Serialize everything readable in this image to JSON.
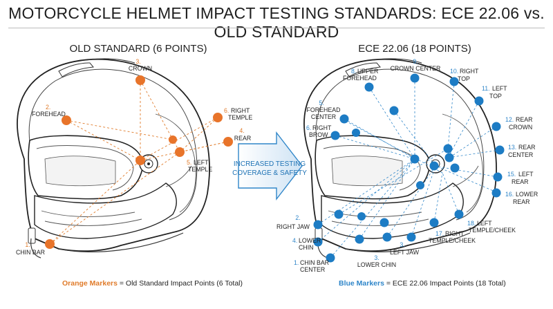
{
  "title": "MOTORCYCLE HELMET IMPACT TESTING STANDARDS: ECE 22.06 vs. OLD STANDARD",
  "left": {
    "heading": "OLD STANDARD (6 POINTS)",
    "color": "#e07b2a",
    "points": [
      {
        "num": "1.",
        "lines": [
          "CHIN BAR"
        ]
      },
      {
        "num": "2.",
        "lines": [
          "FOREHEAD"
        ]
      },
      {
        "num": "3.",
        "lines": [
          "CROWN"
        ]
      },
      {
        "num": "4.",
        "lines": [
          "REAR"
        ]
      },
      {
        "num": "5.",
        "lines": [
          "LEFT",
          "TEMPLE"
        ]
      },
      {
        "num": "6.",
        "lines": [
          "RIGHT",
          "TEMPLE"
        ]
      }
    ],
    "legend_strong": "Orange Markers",
    "legend_rest": " = Old Standard Impact Points (6 Total)"
  },
  "arrow": {
    "line1": "INCREASED TESTING",
    "line2": "COVERAGE & SAFETY",
    "color": "#2f86c9"
  },
  "right": {
    "heading": "ECE 22.06 (18 POINTS)",
    "color": "#1f7fc6",
    "points": [
      {
        "num": "1.",
        "lines": [
          "CHIN BAR",
          "CENTER"
        ]
      },
      {
        "num": "2.",
        "lines": [
          "RIGHT JAW"
        ]
      },
      {
        "num": "3.",
        "lines": [
          "LOWER CHIN"
        ]
      },
      {
        "num": "3.",
        "lines": [
          "LEFT JAW"
        ]
      },
      {
        "num": "4.",
        "lines": [
          "LOWER",
          "CHIN"
        ]
      },
      {
        "num": "5.",
        "lines": [
          "FOREHEAD",
          "CENTER"
        ]
      },
      {
        "num": "6.",
        "lines": [
          "RIGHT",
          "BROW"
        ]
      },
      {
        "num": "8.",
        "lines": [
          "UPPER",
          "FOREHEAD"
        ]
      },
      {
        "num": "9.",
        "lines": [
          "CROWN CENTER"
        ]
      },
      {
        "num": "10.",
        "lines": [
          "RIGHT",
          "TOP"
        ]
      },
      {
        "num": "11.",
        "lines": [
          "LEFT",
          "TOP"
        ]
      },
      {
        "num": "12.",
        "lines": [
          "REAR",
          "CROWN"
        ]
      },
      {
        "num": "13.",
        "lines": [
          "REAR",
          "CENTER"
        ]
      },
      {
        "num": "15.",
        "lines": [
          "LEFT",
          "REAR"
        ]
      },
      {
        "num": "16.",
        "lines": [
          "LOWER",
          "REAR"
        ]
      },
      {
        "num": "17.",
        "lines": [
          "RIGHT",
          "TEMPLE/CHEEK"
        ]
      },
      {
        "num": "18.",
        "lines": [
          "LEFT",
          "TEMPLE/CHEEK"
        ]
      }
    ],
    "legend_strong": "Blue Markers",
    "legend_rest": " = ECE 22.06 Impact Points (18 Total)"
  }
}
